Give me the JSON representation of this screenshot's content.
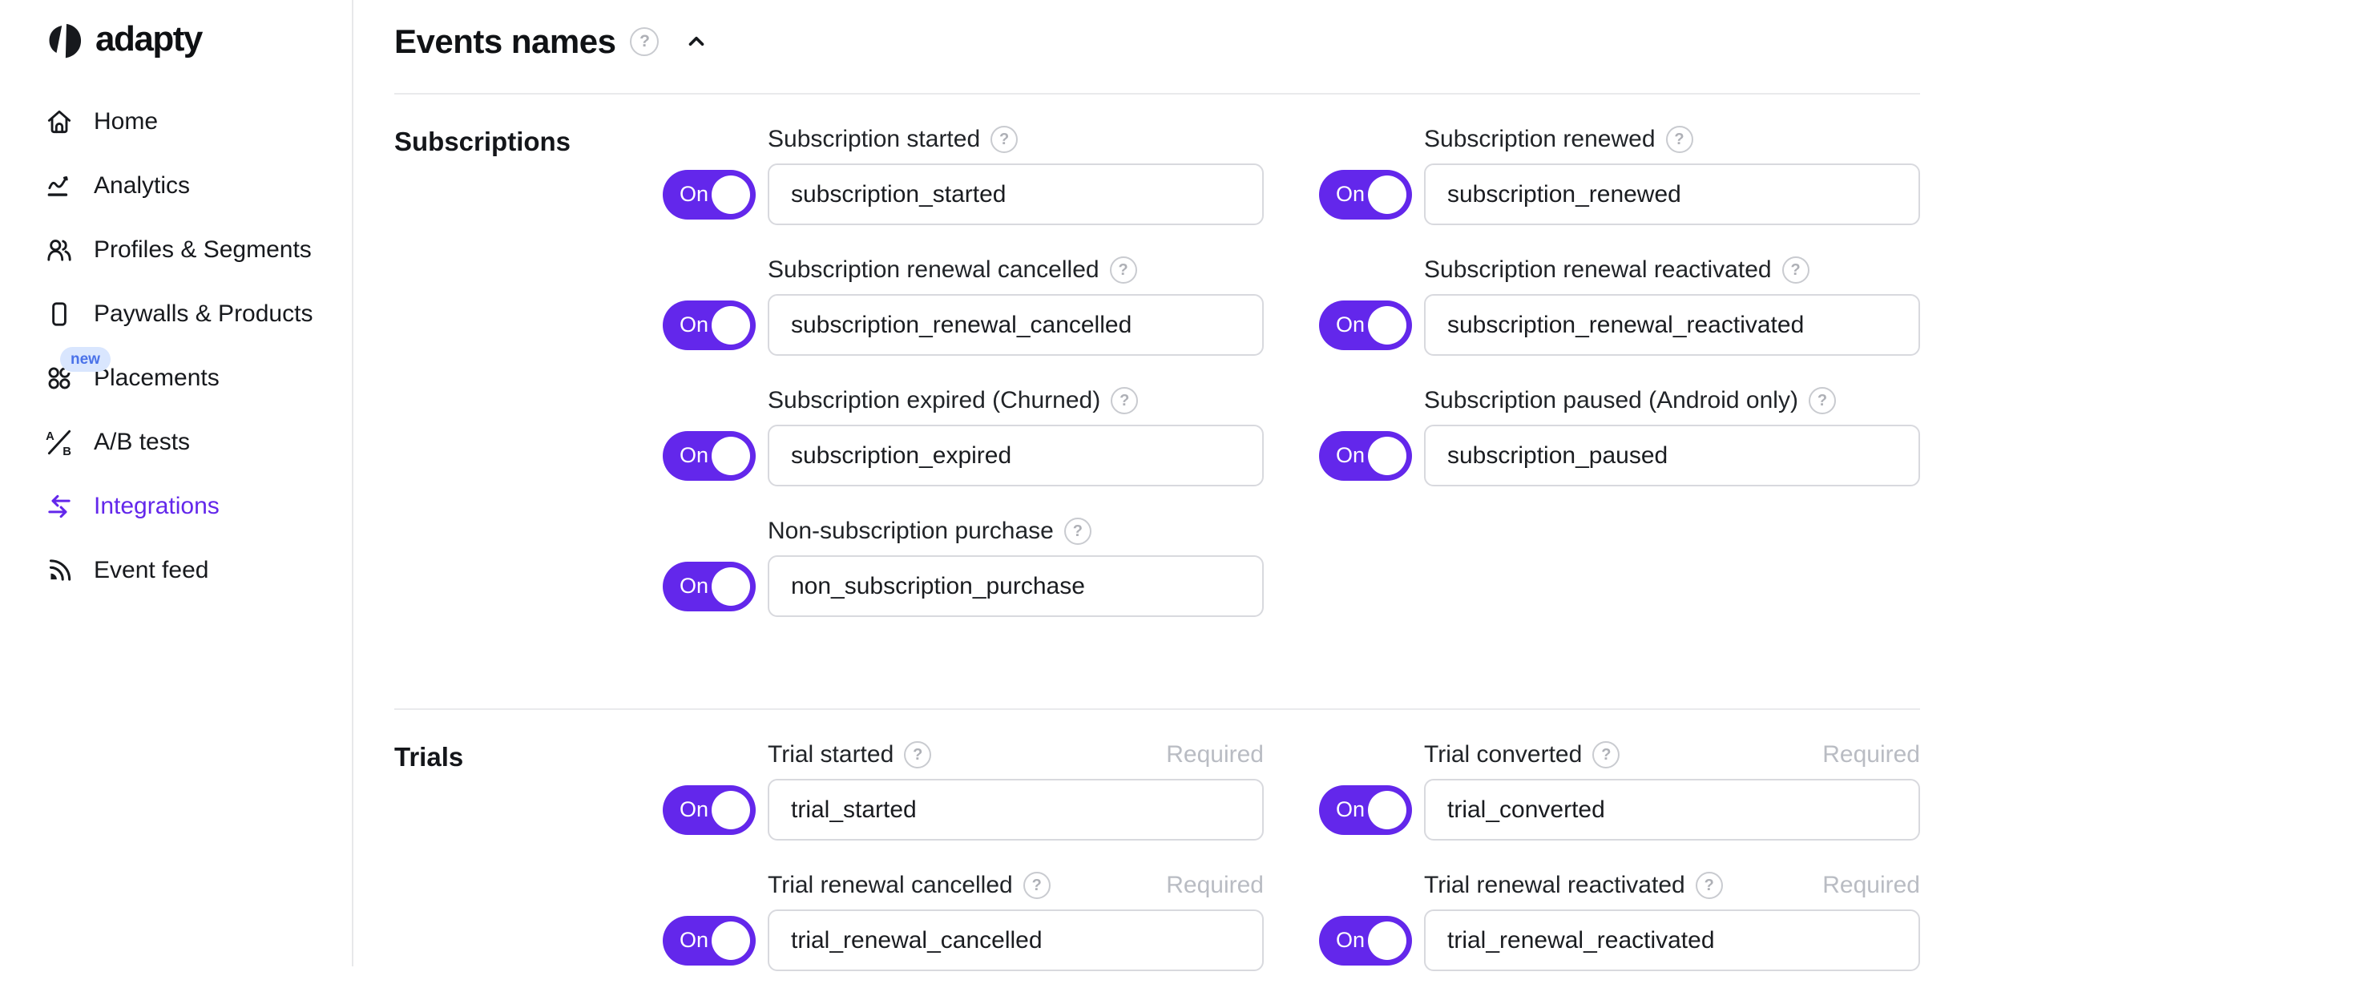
{
  "sidebar": {
    "logo_text": "adapty",
    "items": [
      {
        "label": "Home",
        "icon": "home"
      },
      {
        "label": "Analytics",
        "icon": "analytics"
      },
      {
        "label": "Profiles & Segments",
        "icon": "profiles"
      },
      {
        "label": "Paywalls & Products",
        "icon": "paywalls"
      },
      {
        "label": "Placements",
        "icon": "placements",
        "badge": "new"
      },
      {
        "label": "A/B tests",
        "icon": "ab-tests"
      },
      {
        "label": "Integrations",
        "icon": "integrations",
        "active": true
      },
      {
        "label": "Event feed",
        "icon": "event-feed"
      }
    ]
  },
  "header": {
    "title": "Events names"
  },
  "controls": {
    "toggle_on": "On",
    "help_glyph": "?"
  },
  "sections": [
    {
      "title": "Subscriptions",
      "columns": [
        {
          "fields": [
            {
              "label": "Subscription started",
              "value": "subscription_started"
            },
            {
              "label": "Subscription renewal cancelled",
              "value": "subscription_renewal_cancelled"
            },
            {
              "label": "Subscription expired (Churned)",
              "value": "subscription_expired"
            },
            {
              "label": "Non-subscription purchase",
              "value": "non_subscription_purchase"
            }
          ]
        },
        {
          "fields": [
            {
              "label": "Subscription renewed",
              "value": "subscription_renewed"
            },
            {
              "label": "Subscription renewal reactivated",
              "value": "subscription_renewal_reactivated"
            },
            {
              "label": "Subscription paused (Android only)",
              "value": "subscription_paused"
            }
          ]
        }
      ]
    },
    {
      "title": "Trials",
      "columns": [
        {
          "fields": [
            {
              "label": "Trial started",
              "value": "trial_started",
              "required": "Required"
            },
            {
              "label": "Trial renewal cancelled",
              "value": "trial_renewal_cancelled",
              "required": "Required"
            }
          ]
        },
        {
          "fields": [
            {
              "label": "Trial converted",
              "value": "trial_converted",
              "required": "Required"
            },
            {
              "label": "Trial renewal reactivated",
              "value": "trial_renewal_reactivated",
              "required": "Required"
            }
          ]
        }
      ]
    }
  ],
  "colors": {
    "accent": "#6327eb",
    "badge_bg": "#d9e6fe",
    "badge_text": "#4a72e9",
    "input_border": "#d8d9de",
    "required_text": "#b9bcc3",
    "divider": "#e9eaec"
  }
}
